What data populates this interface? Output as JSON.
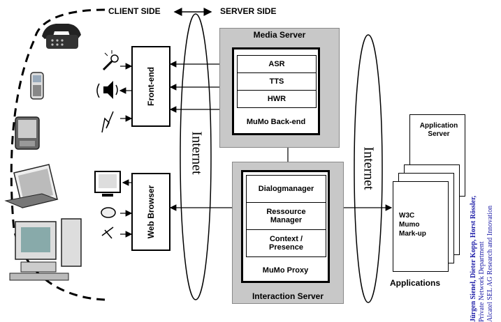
{
  "header": {
    "client_side": "CLIENT SIDE",
    "server_side": "SERVER SIDE"
  },
  "internet_left": "Internet",
  "internet_right": "Internet",
  "frontend": "Front-end",
  "web_browser": "Web Browser",
  "media_server": {
    "title": "Media Server",
    "rows": [
      "ASR",
      "TTS",
      "HWR"
    ],
    "footer": "MuMo Back-end"
  },
  "interaction_server": {
    "title": "Interaction Server",
    "rows": [
      "Dialogmanager",
      "Ressource Manager",
      "Context / Presence"
    ],
    "footer": "MuMo Proxy"
  },
  "applications": {
    "app_server": "Application Server",
    "w3c": "W3C Mumo Mark-up",
    "caption": "Applications"
  },
  "credits": {
    "authors": "Jürgen Sienel, Dieter Kopp, Horst Rössler,",
    "dept": "Private Network Department",
    "org": "Alcatel SEL AG Research and Innovation"
  },
  "colors": {
    "server_gray": "#c8c8c8",
    "credit_blue": "#1a1aa6"
  },
  "icons": [
    "phone-icon",
    "mobile-phone-icon",
    "pda-icon",
    "laptop-icon",
    "desktop-computer-icon",
    "microphone-icon",
    "speaker-icon",
    "pen-icon",
    "monitor-icon",
    "mouse-icon",
    "stylus-icon"
  ]
}
